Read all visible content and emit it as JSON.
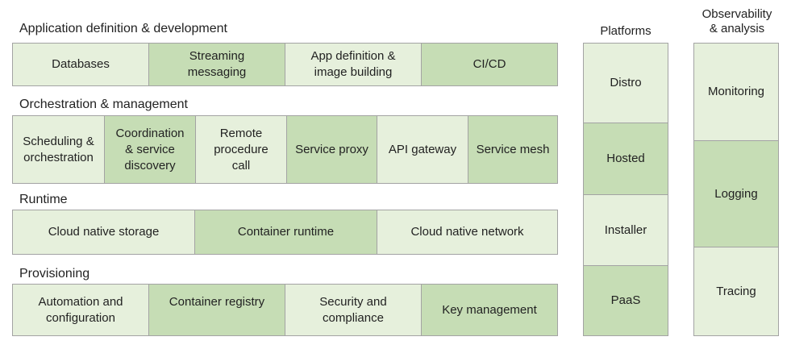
{
  "sections": {
    "app_dev": {
      "title": "Application definition & development",
      "cells": [
        "Databases",
        "Streaming\nmessaging",
        "App definition &\nimage building",
        "CI/CD"
      ]
    },
    "orchestration": {
      "title": "Orchestration & management",
      "cells": [
        "Scheduling &\norchestration",
        "Coordination\n& service\ndiscovery",
        "Remote\nprocedure\ncall",
        "Service proxy",
        "API gateway",
        "Service mesh"
      ]
    },
    "runtime": {
      "title": "Runtime",
      "cells": [
        "Cloud native storage",
        "Container runtime",
        "Cloud native network"
      ]
    },
    "provisioning": {
      "title": "Provisioning",
      "cells": [
        "Automation and\nconfiguration",
        "Container registry",
        "Security and\ncompliance",
        "Key management"
      ]
    }
  },
  "platforms": {
    "title": "Platforms",
    "cells": [
      "Distro",
      "Hosted",
      "Installer",
      "PaaS"
    ]
  },
  "observability": {
    "title": "Observability\n& analysis",
    "cells": [
      "Monitoring",
      "Logging",
      "Tracing"
    ]
  },
  "colors": {
    "light": "#e6f0dc",
    "dark": "#c6ddb5",
    "border": "#a3a3a3"
  }
}
